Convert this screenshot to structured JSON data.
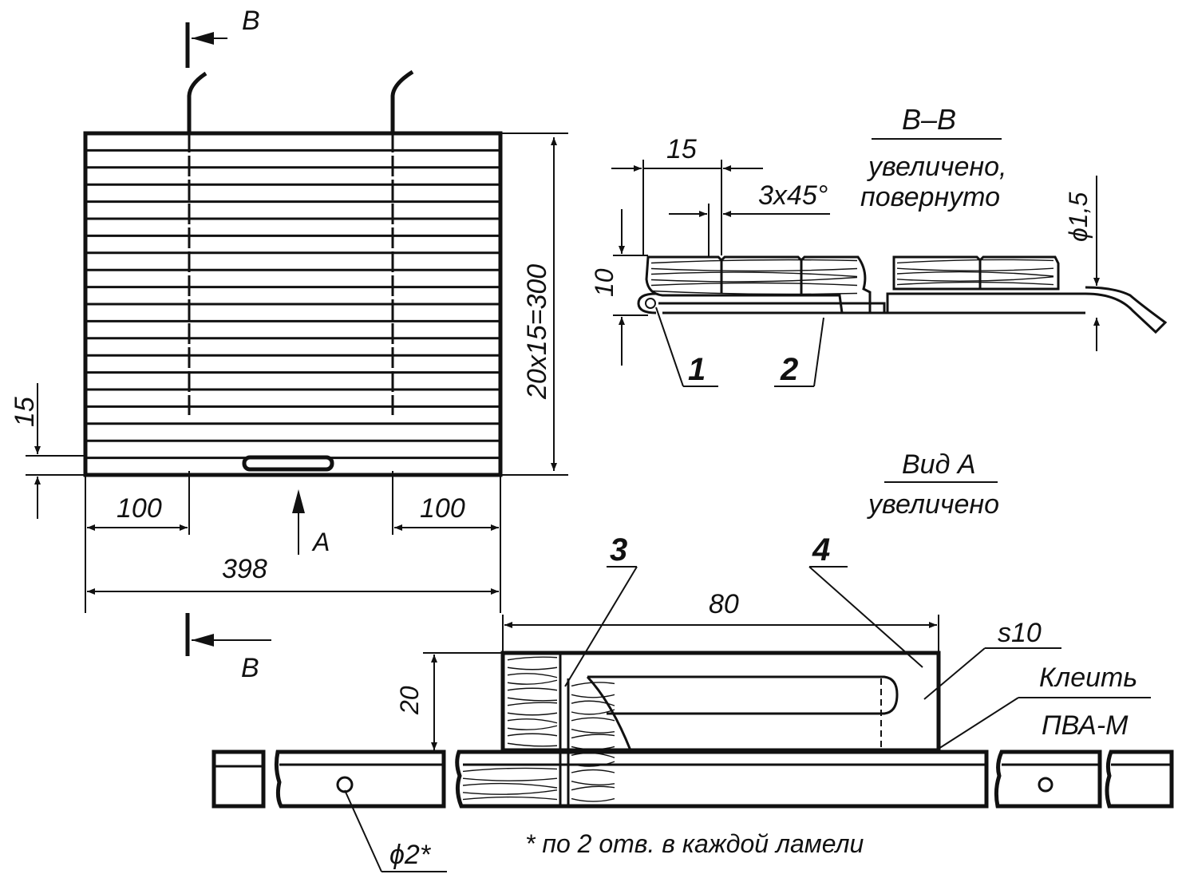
{
  "main_view": {
    "dim_height": "20x15=300",
    "dim_slat": "15",
    "dim_left": "100",
    "dim_right": "100",
    "dim_width": "398",
    "view_arrow": "A",
    "section_mark_top": "B",
    "section_mark_bottom": "B"
  },
  "section_bb": {
    "title": "B–B",
    "subtitle_1": "увеличено,",
    "subtitle_2": "повернуто",
    "dim_width": "15",
    "dim_chamfer": "3x45°",
    "dim_height": "10",
    "dim_wire": "ϕ1,5",
    "callout_1": "1",
    "callout_2": "2"
  },
  "view_a": {
    "title": "Вид А",
    "subtitle": "увеличено",
    "callout_3": "3",
    "callout_4": "4",
    "dim_length": "80",
    "dim_height": "20",
    "thickness": "s10",
    "glue_1": "Клеить",
    "glue_2": "ПВА-М",
    "hole": "ϕ2*",
    "footnote": "* по 2 отв. в каждой ламели"
  }
}
